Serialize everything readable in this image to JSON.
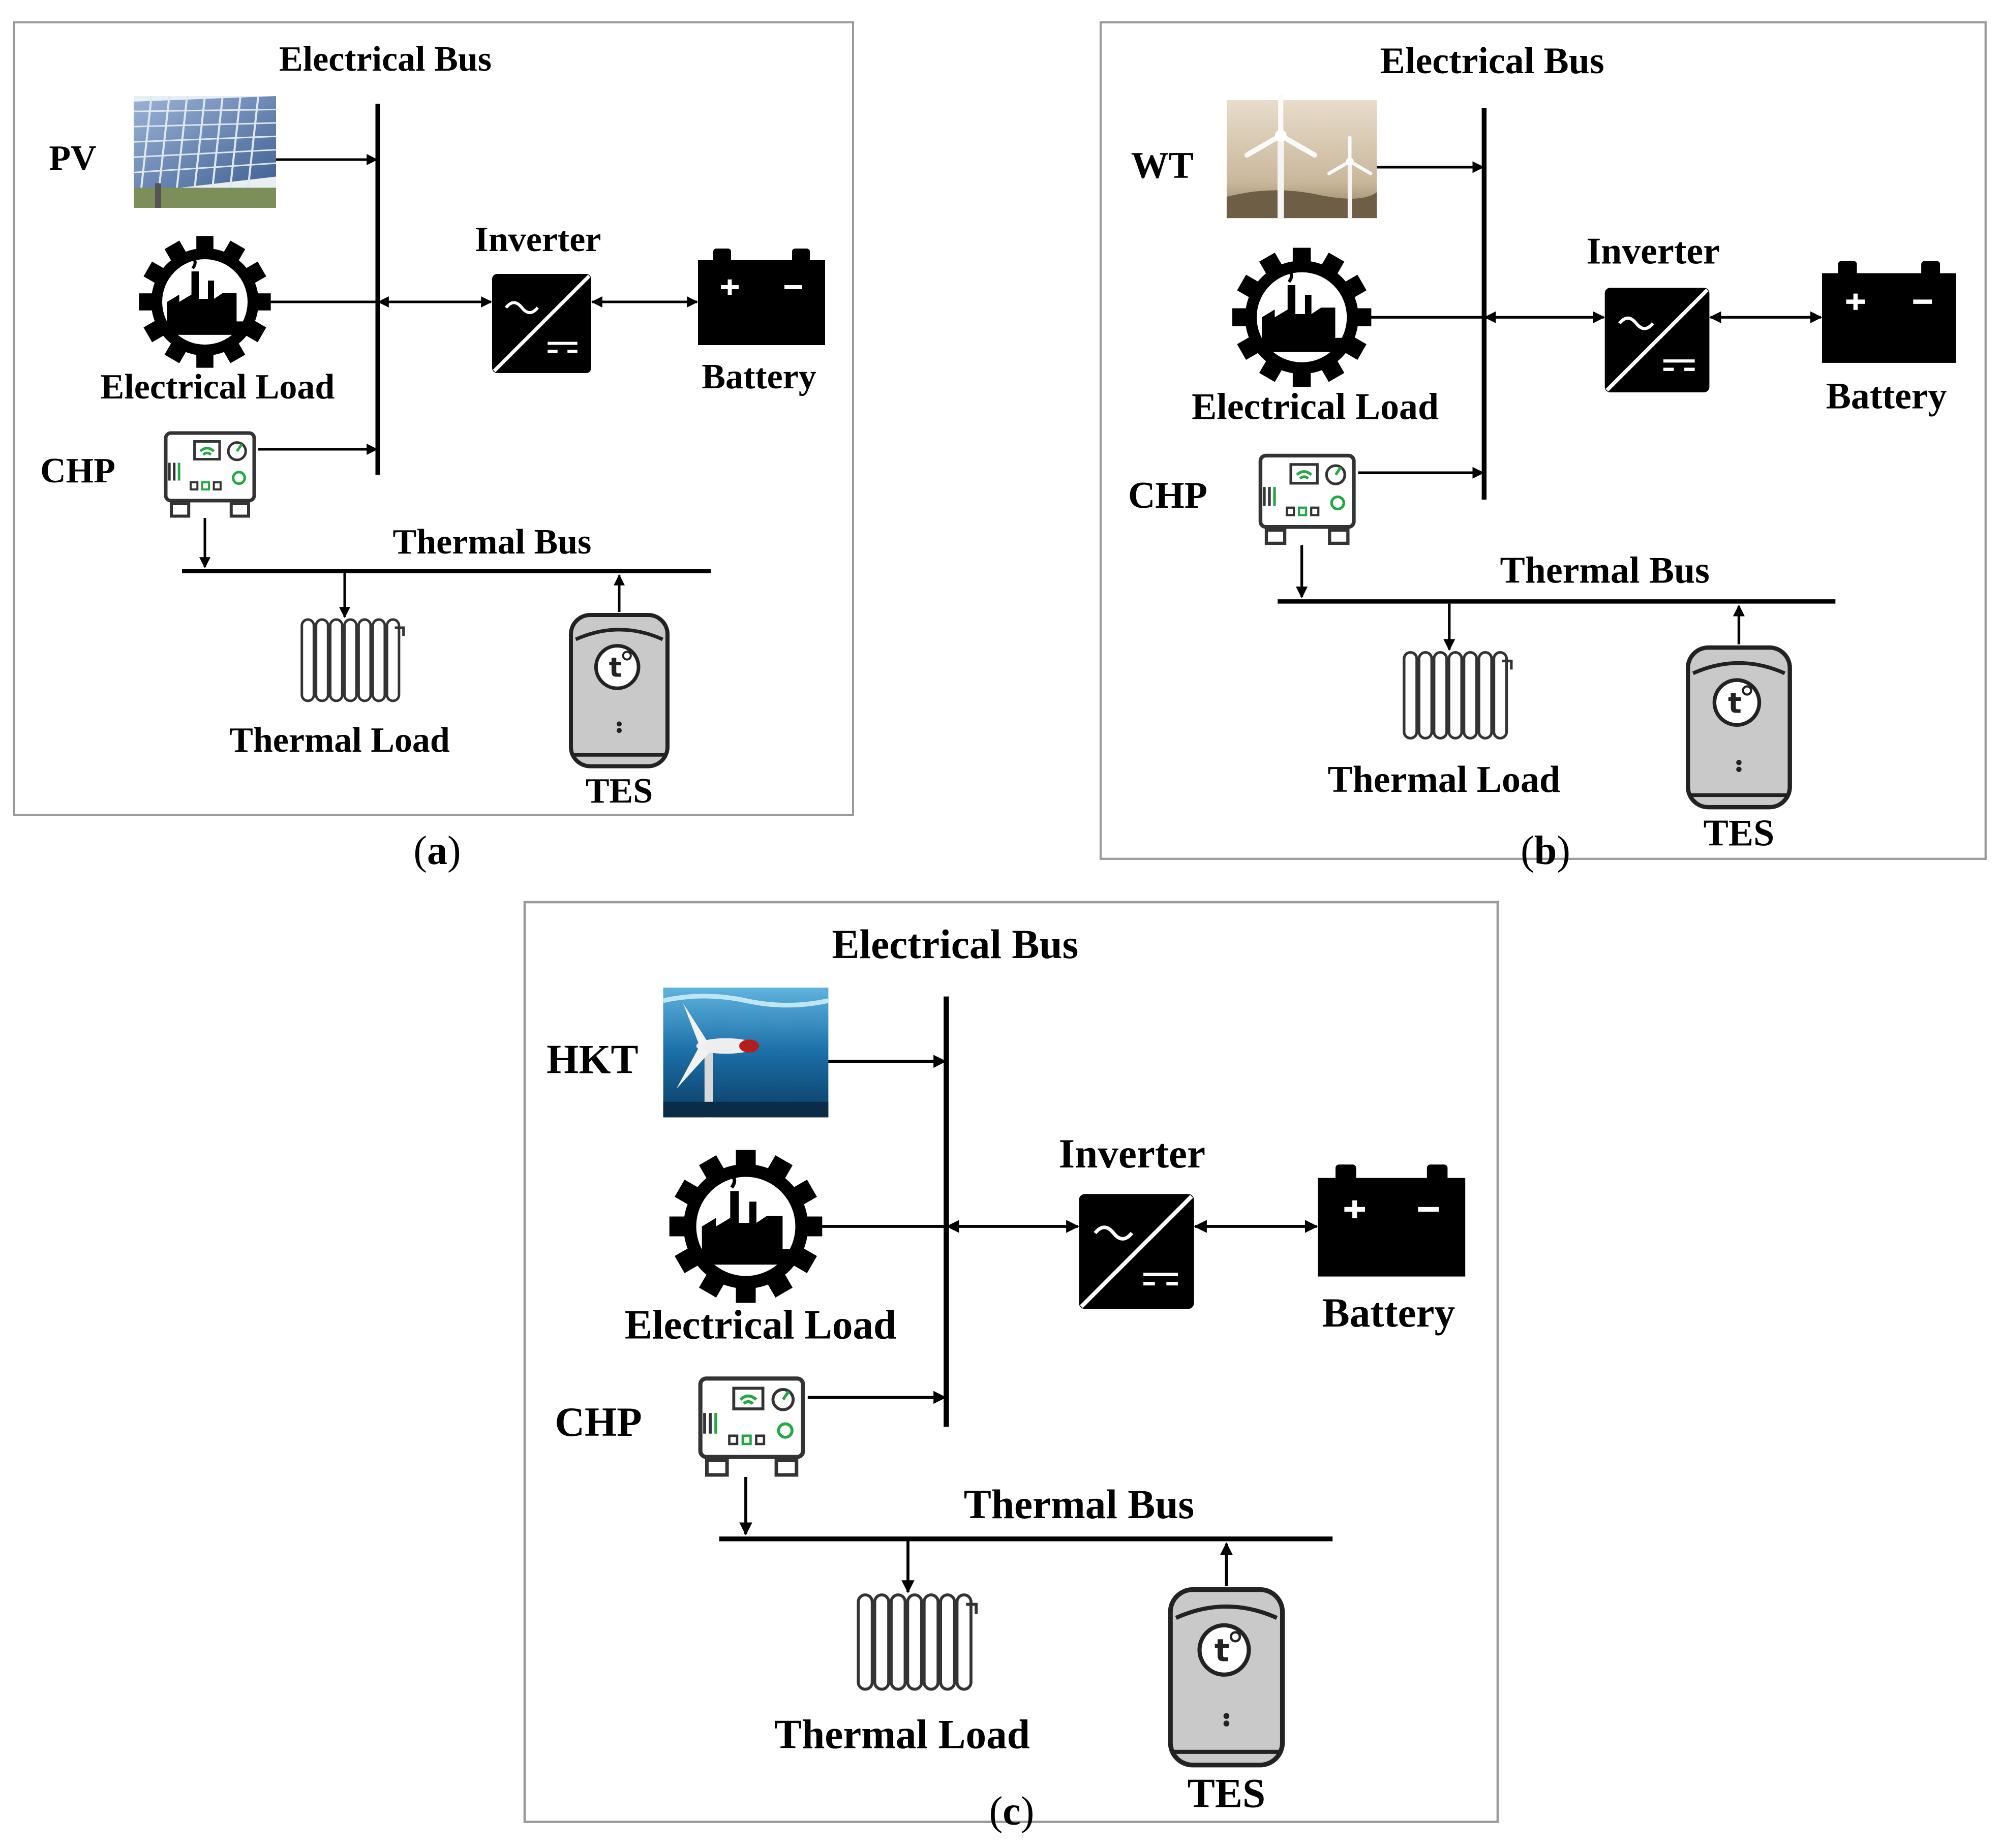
{
  "panels": [
    {
      "caption": "a",
      "source_label": "PV",
      "source_kind": "solar-panel",
      "electrical_bus": "Electrical Bus",
      "inverter": "Inverter",
      "battery": "Battery",
      "electrical_load": "Electrical Load",
      "chp": "CHP",
      "thermal_bus": "Thermal Bus",
      "thermal_load": "Thermal Load",
      "tes": "TES"
    },
    {
      "caption": "b",
      "source_label": "WT",
      "source_kind": "wind-turbine",
      "electrical_bus": "Electrical Bus",
      "inverter": "Inverter",
      "battery": "Battery",
      "electrical_load": "Electrical Load",
      "chp": "CHP",
      "thermal_bus": "Thermal Bus",
      "thermal_load": "Thermal Load",
      "tes": "TES"
    },
    {
      "caption": "c",
      "source_label": "HKT",
      "source_kind": "hydrokinetic-turbine",
      "electrical_bus": "Electrical Bus",
      "inverter": "Inverter",
      "battery": "Battery",
      "electrical_load": "Electrical Load",
      "chp": "CHP",
      "thermal_bus": "Thermal Bus",
      "thermal_load": "Thermal Load",
      "tes": "TES"
    }
  ],
  "caption_format": "(?)",
  "colors": {
    "line": "#000000",
    "frame": "#9a9a9a",
    "tank": "#c9c9c9",
    "chp_accent": "#22a845",
    "sky": "#c9b79a",
    "water": "#1b6fa8",
    "panel_blue": "#3f5f92"
  }
}
